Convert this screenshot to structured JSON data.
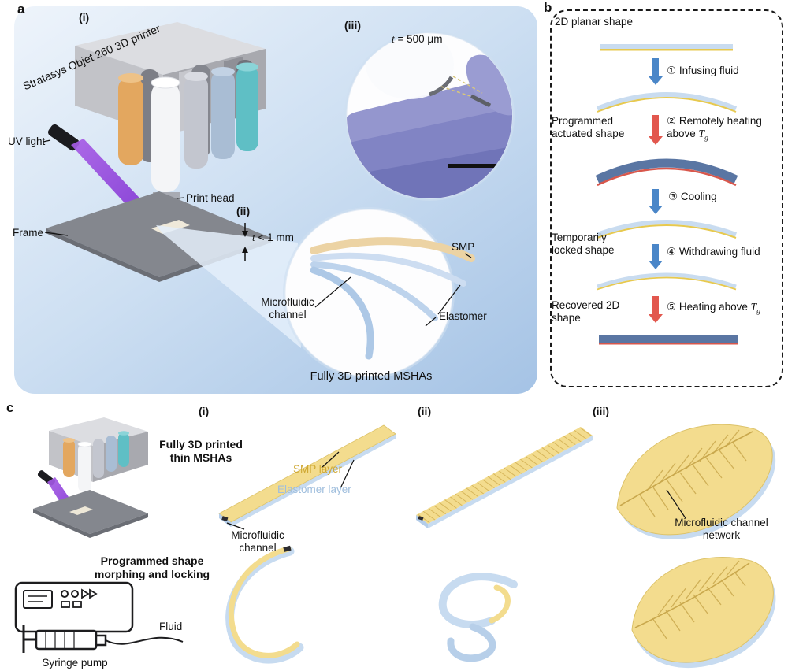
{
  "figure": {
    "panel_a": {
      "tag": "a",
      "marker_i": "(i)",
      "marker_ii": "(ii)",
      "marker_iii": "(iii)",
      "printer_name": "Stratasys Objet 260 3D printer",
      "uv_light": "UV light",
      "print_head": "Print head",
      "frame": "Frame",
      "thickness_iii_var": "t",
      "thickness_iii_rest": " = 500 μm",
      "thickness_ii_var": "t",
      "thickness_ii_rest": " < 1 mm",
      "smp": "SMP",
      "microfluidic_channel": "Microfluidic\nchannel",
      "elastomer": "Elastomer",
      "caption": "Fully 3D printed MSHAs"
    },
    "panel_b": {
      "tag": "b",
      "state_planar": "2D planar shape",
      "state_actuated": "Programmed\nactuated shape",
      "state_locked": "Temporarily\nlocked shape",
      "state_recovered": "Recovered 2D\nshape",
      "step1": "① Infusing fluid",
      "step2_prefix": "② Remotely heating\nabove ",
      "step3": "③ Cooling",
      "step4": "④ Withdrawing fluid",
      "step5_prefix": "⑤ Heating above ",
      "t_var": "T",
      "t_sub": "g"
    },
    "panel_c": {
      "tag": "c",
      "marker_i": "(i)",
      "marker_ii": "(ii)",
      "marker_iii": "(iii)",
      "printed_caption": "Fully 3D printed\nthin MSHAs",
      "morphing_caption": "Programmed shape\nmorphing and locking",
      "syringe_pump": "Syringe pump",
      "fluid": "Fluid",
      "smp_layer": "SMP layer",
      "elastomer_layer": "Elastomer layer",
      "microfluidic_channel": "Microfluidic\nchannel",
      "channel_network": "Microfluidic channel\nnetwork"
    },
    "colors": {
      "panel_a_gradient_start": "#eef4fb",
      "panel_a_gradient_end": "#a5c3e5",
      "smp_yellow": "#f3dc8e",
      "elastomer_blue": "#c7dbf0",
      "hot_dark_blue": "#5a76a3",
      "heat_red": "#d8574c",
      "arrow_blue": "#4a86c8",
      "arrow_red": "#e2574e",
      "uv_purple": "#8b3fd0",
      "glove_purple": "#8184c4",
      "teal_cartridge": "#5fbfc5",
      "orange_cartridge": "#e3a75f"
    }
  }
}
